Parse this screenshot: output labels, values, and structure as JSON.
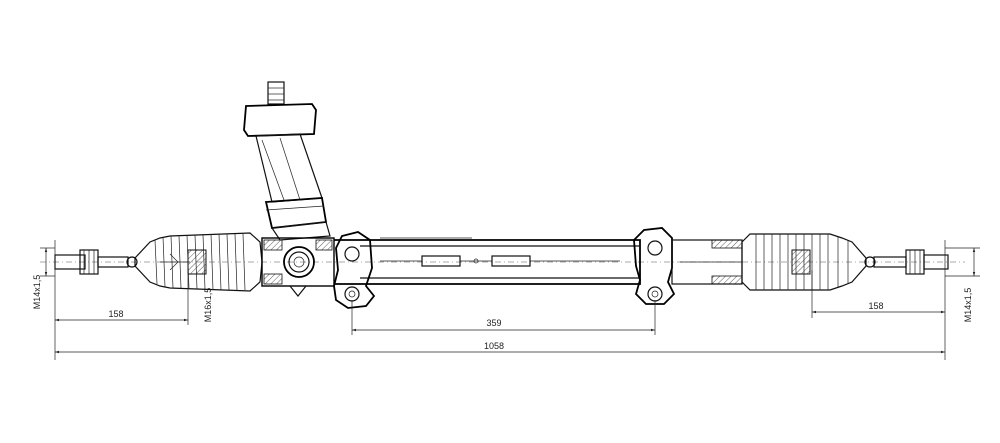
{
  "drawing": {
    "subject": "steering rack assembly technical drawing",
    "dimensions": {
      "total_length": "1058",
      "mount_distance": "359",
      "left_tie_rod": "158",
      "right_tie_rod": "158"
    },
    "threads": {
      "left_outer": "M14x1,5",
      "left_inner": "M16x1,5",
      "right_outer": "M14x1,5"
    }
  }
}
